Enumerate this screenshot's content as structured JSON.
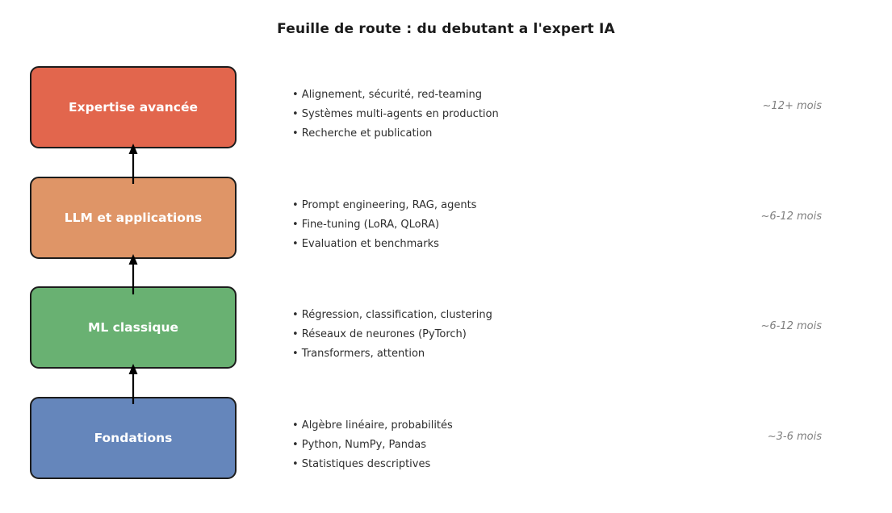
{
  "title": "Feuille de route : du debutant a l'expert IA",
  "levels": [
    {
      "name": "Expertise avancée",
      "color": "#e2664d",
      "bullets": [
        "• Alignement, sécurité, red-teaming",
        "• Systèmes multi-agents en production",
        "• Recherche et publication"
      ],
      "duration": "~12+ mois"
    },
    {
      "name": "LLM et applications",
      "color": "#df9567",
      "bullets": [
        "• Prompt engineering, RAG, agents",
        "• Fine-tuning (LoRA, QLoRA)",
        "• Evaluation et benchmarks"
      ],
      "duration": "~6-12 mois"
    },
    {
      "name": "ML classique",
      "color": "#69b172",
      "bullets": [
        "• Régression, classification, clustering",
        "• Réseaux de neurones (PyTorch)",
        "• Transformers, attention"
      ],
      "duration": "~6-12 mois"
    },
    {
      "name": "Fondations",
      "color": "#6586bb",
      "bullets": [
        "• Algèbre linéaire, probabilités",
        "• Python, NumPy, Pandas",
        "• Statistiques descriptives"
      ],
      "duration": "~3-6 mois"
    }
  ],
  "arrow_color": "#000000"
}
